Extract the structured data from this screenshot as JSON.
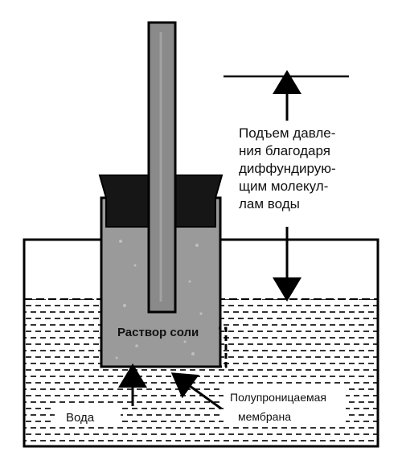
{
  "labels": {
    "pressure_lines": [
      "Подъем давле-",
      "ния благодаря",
      "диффундирую-",
      "щим молекул-",
      "лам воды"
    ],
    "solution": "Раствор соли",
    "membrane_lines": [
      "Полупроницаемая",
      "мембрана"
    ],
    "water": "Вода"
  },
  "colors": {
    "tube": "#8a8a8a",
    "solution": "#9a9a9a",
    "stopper": "#161616",
    "outline": "#000000",
    "water_dash": "#000000"
  }
}
